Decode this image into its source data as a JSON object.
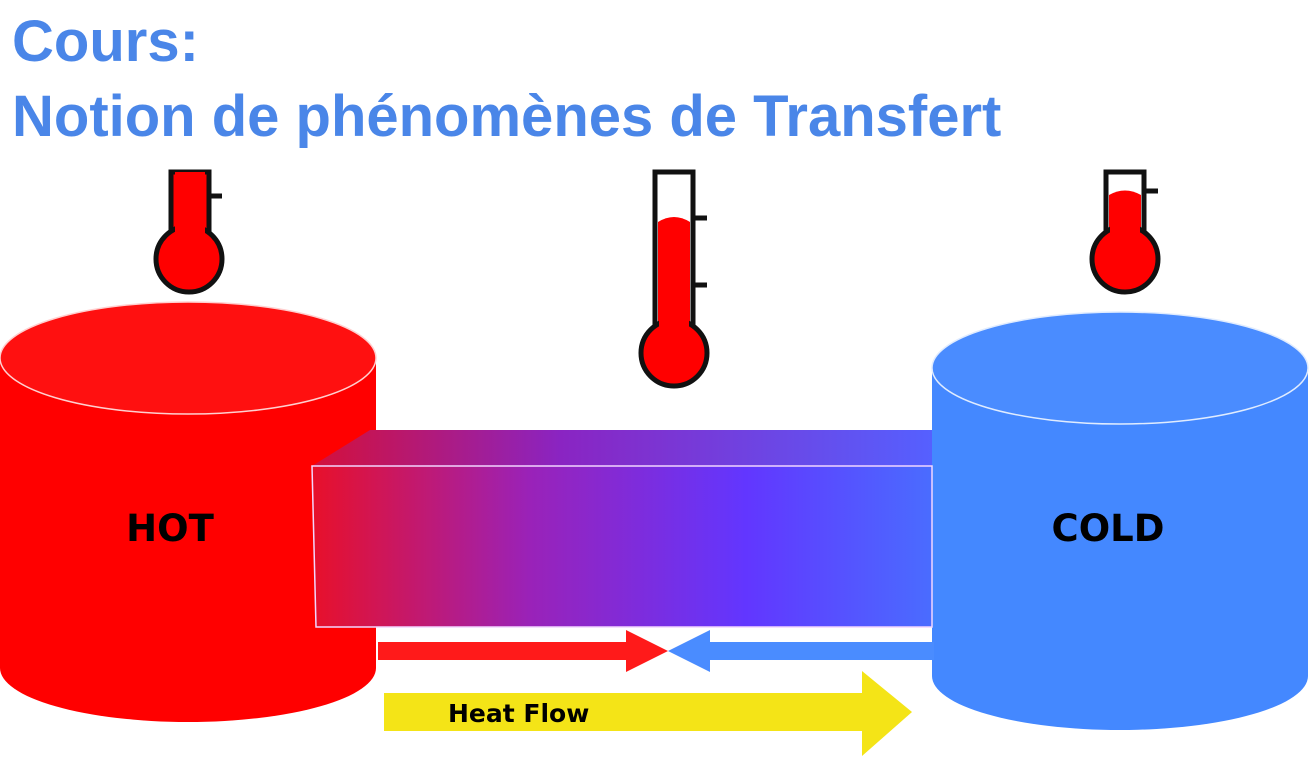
{
  "title": {
    "line1": "Cours:",
    "line2": "Notion de phénomènes de Transfert"
  },
  "diagram": {
    "hot_label": "HOT",
    "cold_label": "COLD",
    "flow_label": "Heat Flow"
  },
  "colors": {
    "title": "#4a86e8",
    "hot": "#ff0000",
    "cold": "#4488ff",
    "arrow": "#f4e417",
    "outline": "#111111"
  },
  "icons": [
    "thermometer-hot-icon",
    "thermometer-middle-icon",
    "thermometer-cold-icon",
    "heat-flow-arrow-icon"
  ]
}
